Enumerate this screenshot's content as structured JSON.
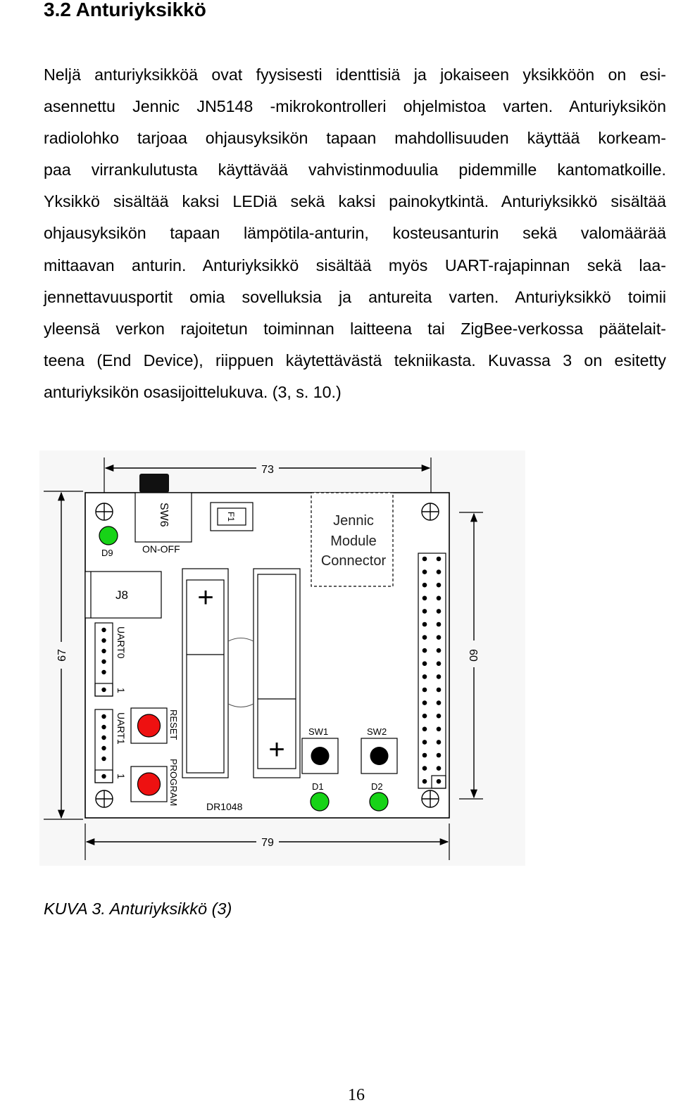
{
  "heading": "3.2 Anturiyksikkö",
  "paragraph_lines": [
    "Neljä anturiyksikköä ovat fyysisesti identtisiä ja jokaiseen yksikköön on esi-",
    "asennettu Jennic JN5148 -mikrokontrolleri ohjelmistoa varten. Anturiyksikön",
    "radiolohko tarjoaa ohjausyksikön tapaan mahdollisuuden käyttää korkeam-",
    "paa virrankulutusta käyttävää vahvistinmoduulia pidemmille kantomatkoille.",
    "Yksikkö sisältää kaksi LEDiä sekä kaksi painokytkintä. Anturiyksikkö sisältää",
    "ohjausyksikön tapaan lämpötila-anturin, kosteusanturin sekä valomäärää",
    "mittaavan anturin. Anturiyksikkö sisältää myös UART-rajapinnan sekä laa-",
    "jennettavuusportit omia sovelluksia ja antureita varten. Anturiyksikkö toimii",
    "yleensä verkon rajoitetun toiminnan laitteena tai ZigBee-verkossa päätelait-",
    "teena (End Device), riippuen käytettävästä tekniikasta. Kuvassa 3 on esitetty",
    "anturiyksikön osasijoittelukuva. (3, s. 10.)"
  ],
  "figure": {
    "dimensions": {
      "top": "73",
      "bottom": "79",
      "left": "67",
      "right": "60"
    },
    "labels": {
      "sw6": "SW6",
      "on_off": "ON-OFF",
      "fuse": "F1",
      "jennic_line1": "Jennic",
      "jennic_line2": "Module",
      "jennic_line3": "Connector",
      "d9": "D9",
      "j8": "J8",
      "uart0": "UART0",
      "uart0_pin1": "1",
      "uart1": "UART1",
      "uart1_pin1": "1",
      "reset": "RESET",
      "program": "PROGRAM",
      "sw1": "SW1",
      "sw2": "SW2",
      "d1": "D1",
      "d2": "D2",
      "board_id": "DR1048",
      "plus": "+"
    },
    "colors": {
      "led_green": "#17d317",
      "button_red": "#ee1111",
      "switch_black": "#000000"
    }
  },
  "caption": "KUVA 3. Anturiyksikkö (3)",
  "page_number": "16"
}
